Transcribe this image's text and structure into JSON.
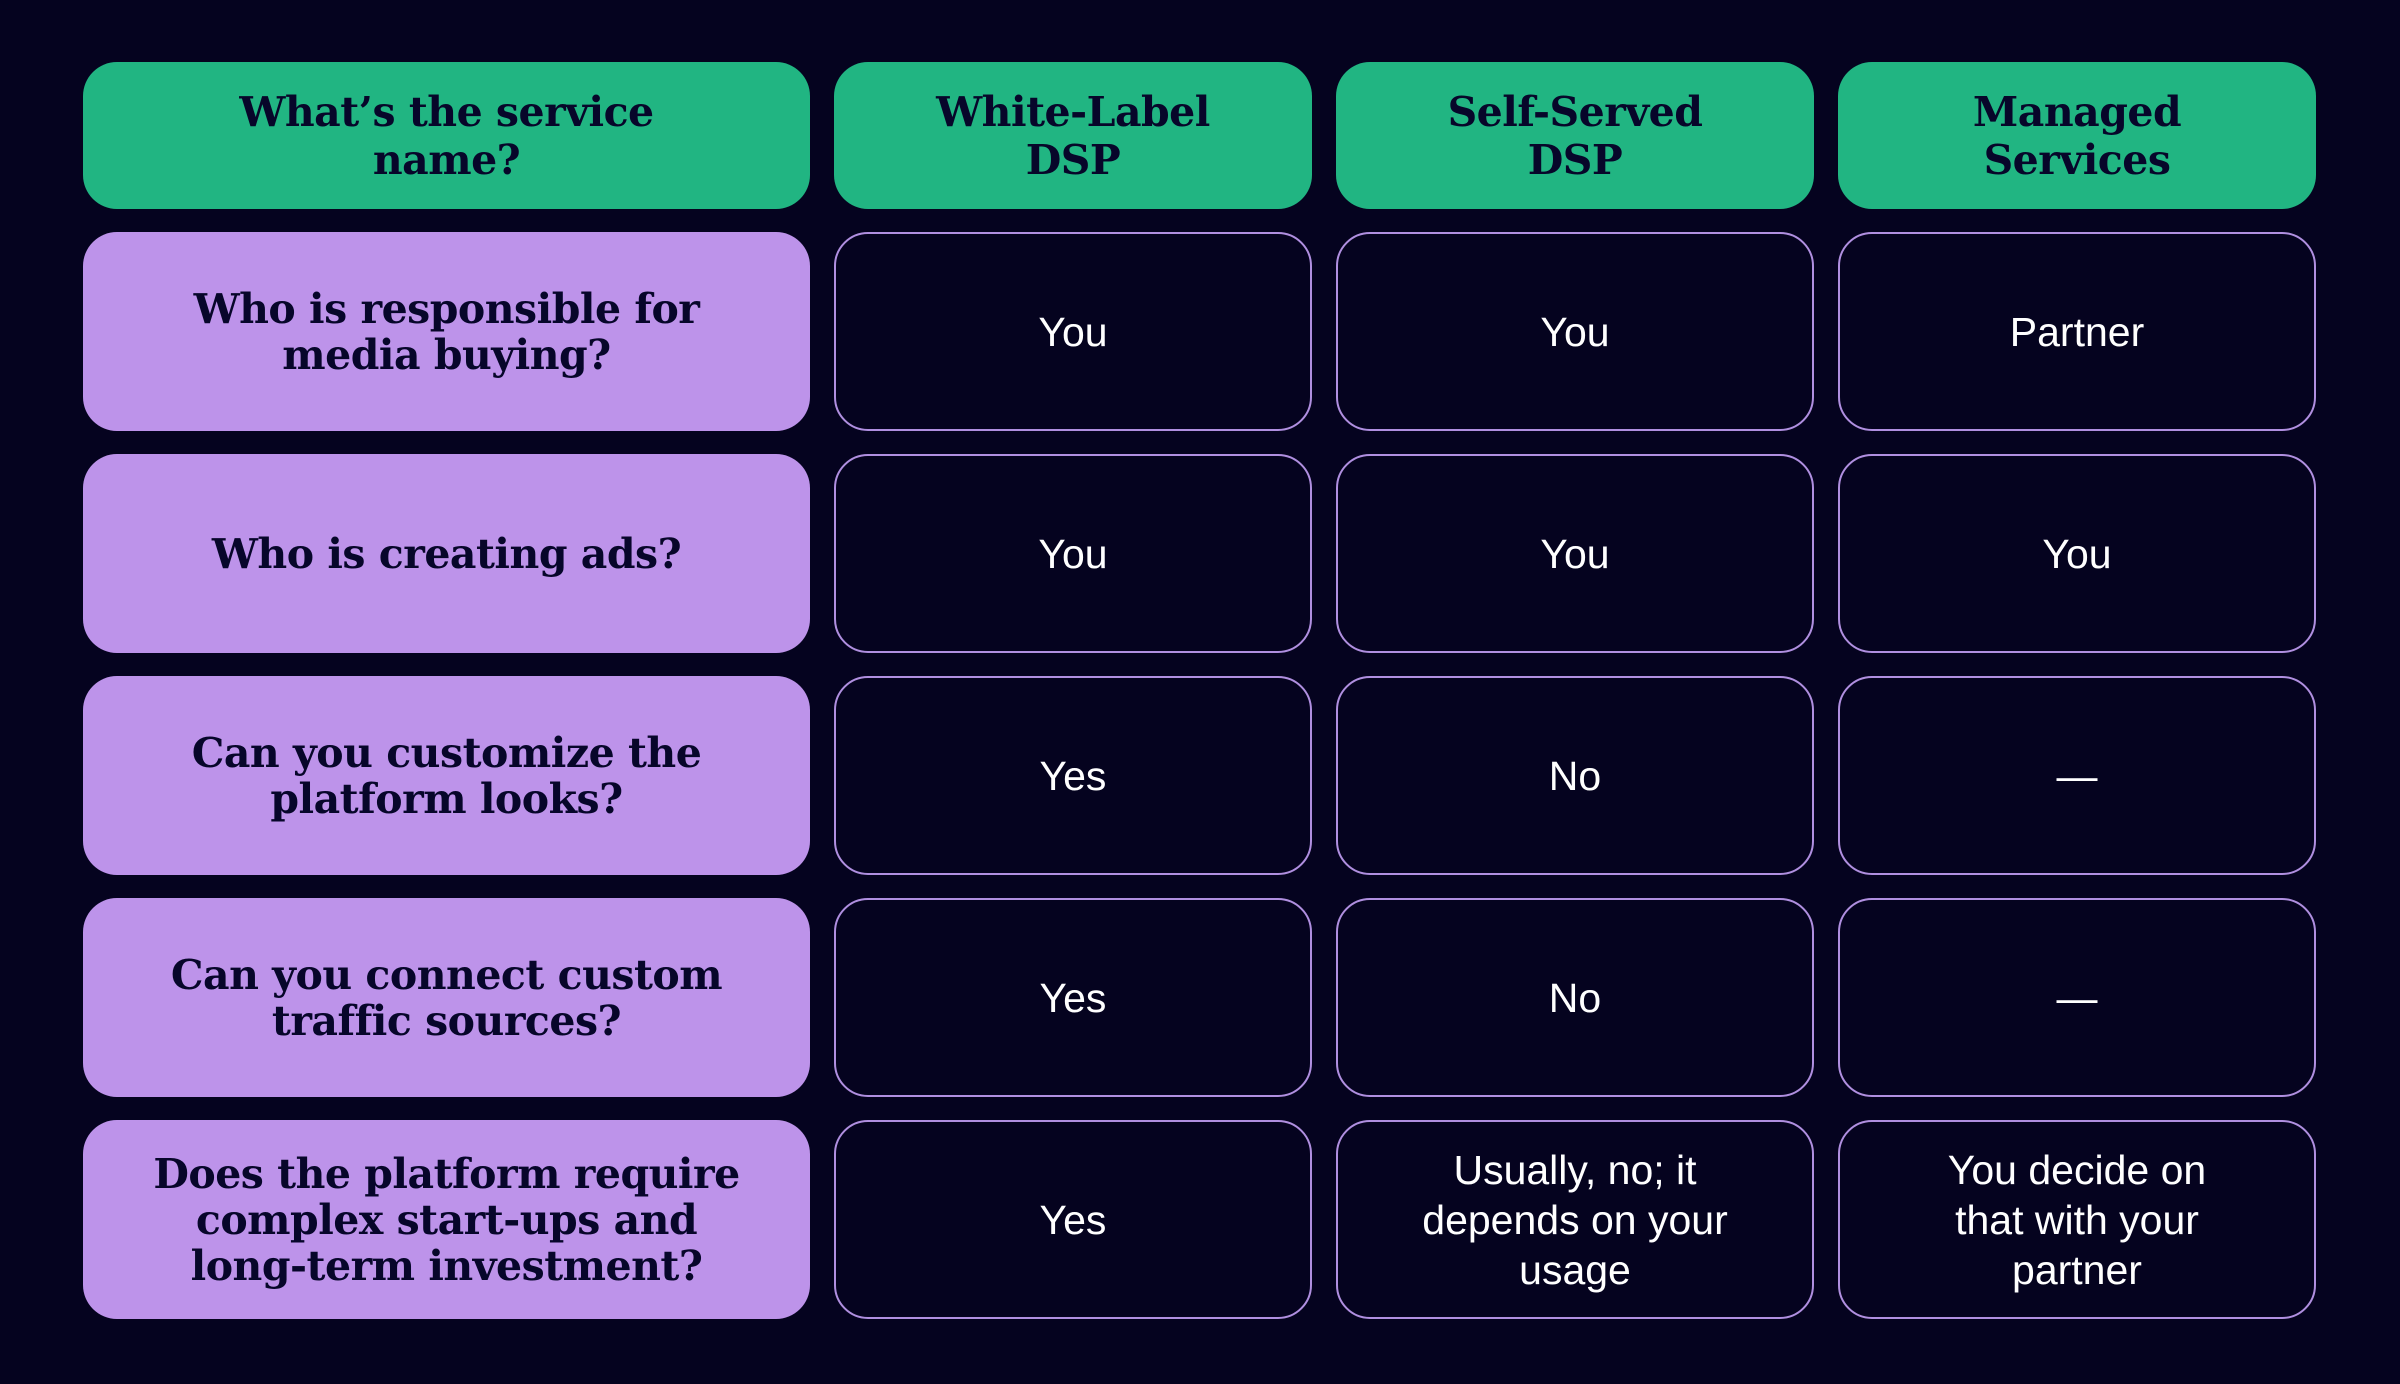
{
  "header": {
    "col0": "What’s the service name?",
    "col1": "White-Label DSP",
    "col2": "Self-Served DSP",
    "col3": "Managed Services"
  },
  "rows": [
    {
      "question": "Who is responsible for media buying?",
      "white_label": "You",
      "self_served": "You",
      "managed": "Partner"
    },
    {
      "question": "Who is creating ads?",
      "white_label": "You",
      "self_served": "You",
      "managed": "You"
    },
    {
      "question": "Can you customize the platform looks?",
      "white_label": "Yes",
      "self_served": "No",
      "managed": "—"
    },
    {
      "question": "Can you connect custom traffic sources?",
      "white_label": "Yes",
      "self_served": "No",
      "managed": "—"
    },
    {
      "question": "Does the platform require complex start-ups and long-term investment?",
      "white_label": "Yes",
      "self_served": "Usually, no; it depends on your usage",
      "managed": "You decide on that with your partner"
    }
  ],
  "colors": {
    "background": "#05031f",
    "header_fill": "#21b582",
    "question_fill": "#bd93ea",
    "answer_border": "#b08fe0",
    "answer_text": "#ffffff"
  }
}
